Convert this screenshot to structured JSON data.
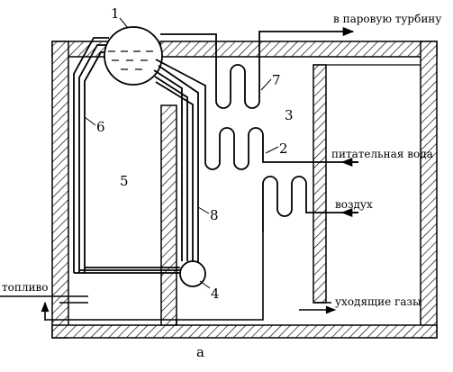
{
  "diagram": {
    "numbers": {
      "n1": "1",
      "n2": "2",
      "n3": "3",
      "n4": "4",
      "n5": "5",
      "n6": "6",
      "n7": "7",
      "n8": "8"
    },
    "labels": {
      "steam_to_turbine": "в паровую турбину",
      "feed_water": "питательная вода",
      "air": "воздух",
      "fuel": "топливо",
      "flue_gases": "уходящие газы"
    },
    "caption": "а"
  }
}
